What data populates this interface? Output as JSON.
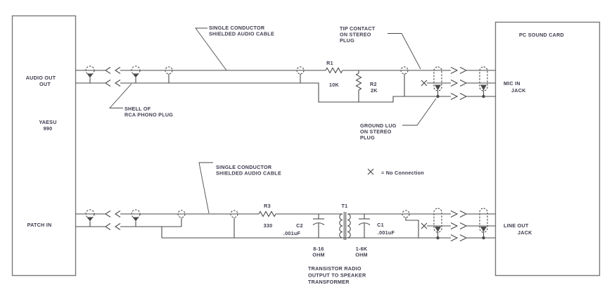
{
  "diagram": {
    "left_device": {
      "port_top_line1": "AUDIO OUT",
      "port_top_line2": "OUT",
      "name_line1": "YAESU",
      "name_line2": "990",
      "port_bottom": "PATCH IN"
    },
    "right_device": {
      "title": "PC SOUND CARD",
      "mic_jack_line1": "MIC IN",
      "mic_jack_line2": "JACK",
      "line_out_line1": "LINE OUT",
      "line_out_line2": "JACK"
    },
    "labels": {
      "top_cable_line1": "SINGLE CONDUCTOR",
      "top_cable_line2": "SHIELDED AUDIO CABLE",
      "bottom_cable_line1": "SINGLE CONDUCTOR",
      "bottom_cable_line2": "SHIELDED AUDIO CABLE",
      "shell_line1": "SHELL OF",
      "shell_line2": "RCA PHONO PLUG",
      "tip_line1": "TIP CONTACT",
      "tip_line2": "ON STEREO",
      "tip_line3": "PLUG",
      "ground_line1": "GROUND LUG",
      "ground_line2": "ON STEREO",
      "ground_line3": "PLUG",
      "legend_text": "= No Connection",
      "note_line1": "TRANSISTOR RADIO",
      "note_line2": "OUTPUT TO SPEAKER",
      "note_line3": "TRANSFORMER",
      "primary_impedance_line1": "8-16",
      "primary_impedance_line2": "OHM",
      "secondary_impedance_line1": "1-6K",
      "secondary_impedance_line2": "OHM"
    },
    "components": {
      "r1_ref": "R1",
      "r1_value": "10K",
      "r2_ref": "R2",
      "r2_value": "2K",
      "r3_ref": "R3",
      "r3_value": "330",
      "c1_ref": "C1",
      "c1_value": ".001uF",
      "c2_ref": "C2",
      "c2_value": ".001uF",
      "t1_ref": "T1"
    },
    "colors": {
      "line": "#4a4a4a",
      "box": "#7a7a7a",
      "text": "#3c3c4e",
      "background": "#ffffff"
    }
  }
}
